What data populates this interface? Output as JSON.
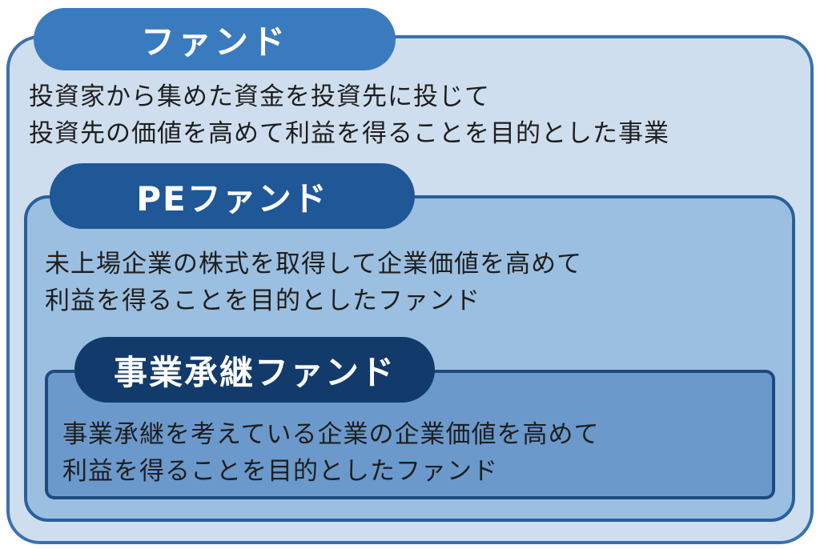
{
  "fund": {
    "title": "ファンド",
    "description": [
      "投資家から集めた資金を投資先に投じて",
      "投資先の価値を高めて利益を得ることを目的とした事業"
    ]
  },
  "pe_fund": {
    "title": "PEファンド",
    "description": [
      "未上場企業の株式を取得して企業価値を高めて",
      "利益を得ることを目的としたファンド"
    ]
  },
  "succession_fund": {
    "title": "事業承継ファンド",
    "description": [
      "事業承継を考えている企業の企業価値を高めて",
      "利益を得ることを目的としたファンド"
    ]
  },
  "colors": {
    "fund_fill": "#cfdeee",
    "fund_border": "#3a71ad",
    "fund_pill": "#3a7bc0",
    "pe_fill": "#9bbfe0",
    "pe_border": "#285f9d",
    "pe_pill": "#1f5797",
    "succession_fill": "#6b99cb",
    "succession_border": "#1d4a80",
    "succession_pill": "#123a6b"
  }
}
